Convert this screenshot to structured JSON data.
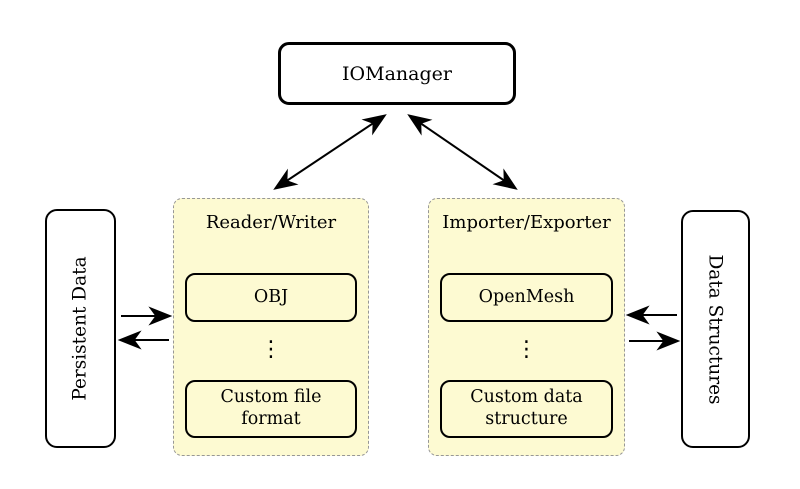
{
  "io_manager": {
    "label": "IOManager"
  },
  "panels": {
    "reader_writer": {
      "title": "Reader/Writer",
      "items": [
        {
          "label": "OBJ"
        },
        {
          "label": "⋮"
        },
        {
          "label": "Custom file format"
        }
      ]
    },
    "importer_exporter": {
      "title": "Importer/Exporter",
      "items": [
        {
          "label": "OpenMesh"
        },
        {
          "label": "⋮"
        },
        {
          "label": "Custom data structure"
        }
      ]
    }
  },
  "side_boxes": {
    "persistent_data": {
      "label": "Persistent Data"
    },
    "data_structures": {
      "label": "Data Structures"
    }
  },
  "connections": [
    {
      "from": "IOManager",
      "to": "Reader/Writer",
      "direction": "bidirectional"
    },
    {
      "from": "IOManager",
      "to": "Importer/Exporter",
      "direction": "bidirectional"
    },
    {
      "from": "Persistent Data",
      "to": "Reader/Writer",
      "direction": "bidirectional"
    },
    {
      "from": "Importer/Exporter",
      "to": "Data Structures",
      "direction": "bidirectional"
    }
  ],
  "colors": {
    "background": "#FFFFFF",
    "panel_fill": "#FDFAD2",
    "panel_border": "#979797",
    "node_border": "#000000",
    "node_fill": "#FFFFFF",
    "arrow": "#000000"
  }
}
